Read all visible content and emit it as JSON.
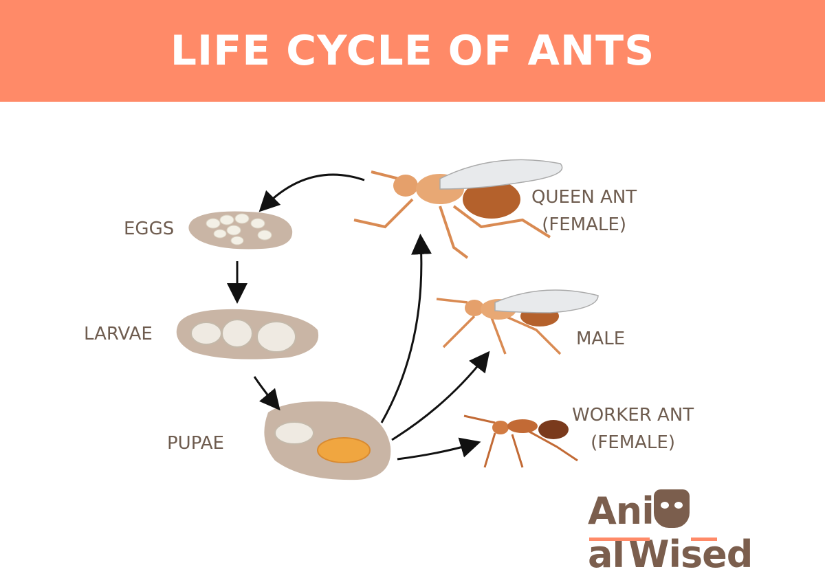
{
  "title": "LIFE CYCLE OF ANTS",
  "stages": {
    "eggs": "EGGS",
    "larvae": "LARVAE",
    "pupae": "PUPAE"
  },
  "adults": {
    "queen_line1": "QUEEN ANT",
    "queen_line2": "(FEMALE)",
    "male": "MALE",
    "worker_line1": "WORKER ANT",
    "worker_line2": "(FEMALE)"
  },
  "logo": {
    "part1": "Ani",
    "part2": "al",
    "part3": "Wised"
  },
  "colors": {
    "banner": "#ff8a68",
    "label": "#6e5c4f",
    "nest": "#c9b5a5",
    "ant": "#d98a52",
    "logo": "#7b5e4d"
  }
}
